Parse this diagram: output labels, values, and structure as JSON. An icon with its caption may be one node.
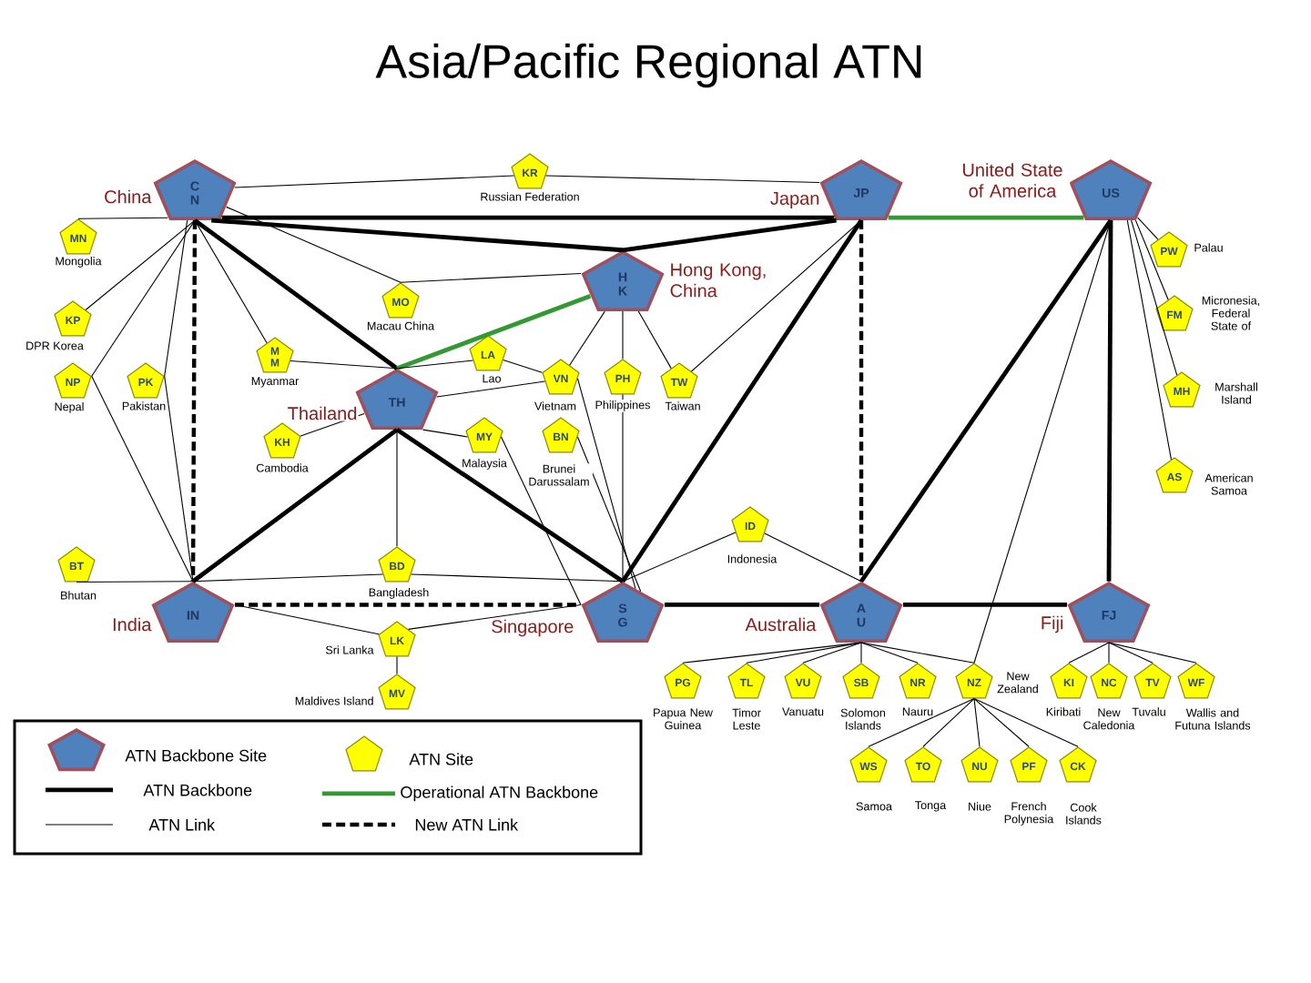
{
  "diagram": {
    "title": "Asia/Pacific Regional ATN",
    "nodes": [
      {
        "text": [
          "KR"
        ],
        "beside": [
          "Russian Federation"
        ]
      },
      {
        "text": [
          "C N"
        ],
        "beside": [
          "China"
        ]
      },
      {
        "text": [
          "JP"
        ],
        "beside": [
          "Japan"
        ]
      },
      {
        "text": [
          "US"
        ],
        "beside": [
          "United State of America"
        ]
      },
      {
        "text": [
          "MN"
        ],
        "beside": [
          "Mongolia"
        ]
      },
      {
        "text": [
          "PW"
        ],
        "beside": [
          "Palau"
        ]
      },
      {
        "text": [
          "H K"
        ],
        "beside": [
          "Hong Kong, China"
        ]
      },
      {
        "text": [
          "MO"
        ],
        "beside": [
          "Macau China"
        ]
      },
      {
        "text": [
          "FM"
        ],
        "beside": [
          "Micronesia, Federal State of"
        ]
      },
      {
        "text": [
          "KP"
        ],
        "beside": [
          "DPR Korea"
        ]
      },
      {
        "text": [
          "M M"
        ],
        "beside": [
          "Myanmar"
        ]
      },
      {
        "text": [
          "LA"
        ],
        "beside": [
          "Lao"
        ]
      },
      {
        "text": [
          "VN"
        ],
        "beside": [
          "Vietnam"
        ]
      },
      {
        "text": [
          "PH"
        ],
        "beside": [
          "Philippines"
        ]
      },
      {
        "text": [
          "TW"
        ],
        "beside": [
          "Taiwan"
        ]
      },
      {
        "text": [
          "NP"
        ],
        "beside": [
          "Nepal"
        ]
      },
      {
        "text": [
          "PK"
        ],
        "beside": [
          "Pakistan"
        ]
      },
      {
        "text": [
          "TH"
        ],
        "beside": [
          "Thailand"
        ]
      },
      {
        "text": [
          "MH"
        ],
        "beside": [
          "Marshall Island"
        ]
      },
      {
        "text": [
          "KH"
        ],
        "beside": [
          "Cambodia"
        ]
      },
      {
        "text": [
          "MY"
        ],
        "beside": [
          "Malaysia"
        ]
      },
      {
        "text": [
          "BN"
        ],
        "beside": [
          "Brunei Darussalam"
        ]
      },
      {
        "text": [
          "AS"
        ],
        "beside": [
          "American Samoa"
        ]
      },
      {
        "text": [
          "ID"
        ],
        "beside": [
          "Indonesia"
        ]
      },
      {
        "text": [
          "BT"
        ],
        "beside": [
          "Bhutan"
        ]
      },
      {
        "text": [
          "BD"
        ],
        "beside": [
          "Bangladesh"
        ]
      },
      {
        "text": [
          "IN"
        ],
        "beside": [
          "India"
        ]
      },
      {
        "text": [
          "S G"
        ],
        "beside": [
          "Singapore"
        ]
      },
      {
        "text": [
          "A U"
        ],
        "beside": [
          "Australia"
        ]
      },
      {
        "text": [
          "FJ"
        ],
        "beside": [
          "Fiji"
        ]
      },
      {
        "text": [
          "LK"
        ],
        "beside": [
          "Sri Lanka"
        ]
      },
      {
        "text": [
          "PG"
        ],
        "beside": [
          "Papua New Guinea"
        ]
      },
      {
        "text": [
          "TL"
        ],
        "beside": [
          "Timor Leste"
        ]
      },
      {
        "text": [
          "VU"
        ],
        "beside": [
          "Vanuatu"
        ]
      },
      {
        "text": [
          "SB"
        ],
        "beside": [
          "Solomon Islands"
        ]
      },
      {
        "text": [
          "NR"
        ],
        "beside": [
          "Nauru"
        ]
      },
      {
        "text": [
          "NZ"
        ],
        "beside": [
          "New Zealand"
        ]
      },
      {
        "text": [
          "KI"
        ],
        "beside": [
          "Kiribati"
        ]
      },
      {
        "text": [
          "NC"
        ],
        "beside": [
          "New Caledonia"
        ]
      },
      {
        "text": [
          "TV"
        ],
        "beside": [
          "Tuvalu"
        ]
      },
      {
        "text": [
          "WF"
        ],
        "beside": [
          "Wallis and Futuna Islands"
        ]
      },
      {
        "text": [
          "MV"
        ],
        "beside": [
          "Maldives Island"
        ]
      },
      {
        "text": [
          "WS"
        ],
        "beside": [
          "Samoa"
        ]
      },
      {
        "text": [
          "TO"
        ],
        "beside": [
          "Tonga"
        ]
      },
      {
        "text": [
          "NU"
        ],
        "beside": [
          "Niue"
        ]
      },
      {
        "text": [
          "PF"
        ],
        "beside": [
          "French Polynesia"
        ]
      },
      {
        "text": [
          "CK"
        ],
        "beside": [
          "Cook Islands"
        ]
      }
    ],
    "edges": [
      {
        "from": 1,
        "to": 6,
        "arrow": "none",
        "style": "thick"
      },
      {
        "from": 6,
        "to": 2,
        "arrow": "none",
        "style": "thick"
      },
      {
        "from": 1,
        "to": 2,
        "arrow": "none",
        "style": "thick"
      },
      {
        "from": 1,
        "to": 17,
        "arrow": "none",
        "style": "thick"
      },
      {
        "from": 17,
        "to": 26,
        "arrow": "none",
        "style": "thick"
      },
      {
        "from": 17,
        "to": 27,
        "arrow": "none",
        "style": "thick"
      },
      {
        "from": 2,
        "to": 27,
        "arrow": "none",
        "style": "thick"
      },
      {
        "from": 3,
        "to": 28,
        "arrow": "none",
        "style": "thick"
      },
      {
        "from": 3,
        "to": 29,
        "arrow": "none",
        "style": "thick"
      },
      {
        "from": 27,
        "to": 28,
        "arrow": "none",
        "style": "thick"
      },
      {
        "from": 28,
        "to": 29,
        "arrow": "none",
        "style": "thick"
      },
      {
        "from": 17,
        "to": 6,
        "arrow": "none",
        "style": "thick",
        "color": "#339933"
      },
      {
        "from": 2,
        "to": 3,
        "arrow": "none",
        "style": "thick",
        "color": "#339933"
      },
      {
        "from": 1,
        "to": 26,
        "arrow": "none",
        "style": "dashed"
      },
      {
        "from": 2,
        "to": 28,
        "arrow": "none",
        "style": "dashed"
      },
      {
        "from": 26,
        "to": 27,
        "arrow": "none",
        "style": "dashed"
      },
      {
        "from": 1,
        "to": 0,
        "arrow": "none"
      },
      {
        "from": 0,
        "to": 2,
        "arrow": "none"
      },
      {
        "from": 1,
        "to": 4,
        "arrow": "none"
      },
      {
        "from": 1,
        "to": 9,
        "arrow": "none"
      },
      {
        "from": 1,
        "to": 15,
        "arrow": "none"
      },
      {
        "from": 1,
        "to": 16,
        "arrow": "none"
      },
      {
        "from": 15,
        "to": 26,
        "arrow": "none"
      },
      {
        "from": 16,
        "to": 26,
        "arrow": "none"
      },
      {
        "from": 1,
        "to": 10,
        "arrow": "none"
      },
      {
        "from": 1,
        "to": 7,
        "arrow": "none"
      },
      {
        "from": 7,
        "to": 6,
        "arrow": "none"
      },
      {
        "from": 10,
        "to": 17,
        "arrow": "none"
      },
      {
        "from": 17,
        "to": 11,
        "arrow": "none"
      },
      {
        "from": 11,
        "to": 12,
        "arrow": "none"
      },
      {
        "from": 17,
        "to": 12,
        "arrow": "none"
      },
      {
        "from": 6,
        "to": 12,
        "arrow": "none"
      },
      {
        "from": 6,
        "to": 13,
        "arrow": "none"
      },
      {
        "from": 6,
        "to": 14,
        "arrow": "none"
      },
      {
        "from": 2,
        "to": 14,
        "arrow": "none"
      },
      {
        "from": 17,
        "to": 19,
        "arrow": "none"
      },
      {
        "from": 17,
        "to": 20,
        "arrow": "none"
      },
      {
        "from": 17,
        "to": 25,
        "arrow": "none"
      },
      {
        "from": 20,
        "to": 27,
        "arrow": "none"
      },
      {
        "from": 21,
        "to": 27,
        "arrow": "none"
      },
      {
        "from": 12,
        "to": 27,
        "arrow": "none"
      },
      {
        "from": 13,
        "to": 27,
        "arrow": "none"
      },
      {
        "from": 23,
        "to": 27,
        "arrow": "none"
      },
      {
        "from": 23,
        "to": 28,
        "arrow": "none"
      },
      {
        "from": 24,
        "to": 26,
        "arrow": "none"
      },
      {
        "from": 26,
        "to": 25,
        "arrow": "none"
      },
      {
        "from": 25,
        "to": 27,
        "arrow": "none"
      },
      {
        "from": 26,
        "to": 30,
        "arrow": "none"
      },
      {
        "from": 30,
        "to": 27,
        "arrow": "none"
      },
      {
        "from": 30,
        "to": 41,
        "arrow": "none"
      },
      {
        "from": 3,
        "to": 5,
        "arrow": "none"
      },
      {
        "from": 3,
        "to": 8,
        "arrow": "none"
      },
      {
        "from": 3,
        "to": 18,
        "arrow": "none"
      },
      {
        "from": 3,
        "to": 22,
        "arrow": "none"
      },
      {
        "from": 3,
        "to": 36,
        "arrow": "none"
      },
      {
        "from": 28,
        "to": 31,
        "arrow": "none"
      },
      {
        "from": 28,
        "to": 32,
        "arrow": "none"
      },
      {
        "from": 28,
        "to": 33,
        "arrow": "none"
      },
      {
        "from": 28,
        "to": 34,
        "arrow": "none"
      },
      {
        "from": 28,
        "to": 35,
        "arrow": "none"
      },
      {
        "from": 28,
        "to": 36,
        "arrow": "none"
      },
      {
        "from": 29,
        "to": 37,
        "arrow": "none"
      },
      {
        "from": 29,
        "to": 38,
        "arrow": "none"
      },
      {
        "from": 29,
        "to": 39,
        "arrow": "none"
      },
      {
        "from": 29,
        "to": 40,
        "arrow": "none"
      },
      {
        "from": 36,
        "to": 42,
        "arrow": "none"
      },
      {
        "from": 36,
        "to": 43,
        "arrow": "none"
      },
      {
        "from": 36,
        "to": 44,
        "arrow": "none"
      },
      {
        "from": 36,
        "to": 45,
        "arrow": "none"
      },
      {
        "from": 36,
        "to": 46,
        "arrow": "none"
      }
    ],
    "legend": [
      {
        "text": "ATN Backbone Site"
      },
      {
        "text": "ATN Site"
      },
      {
        "text": "ATN Backbone"
      },
      {
        "text": "Operational ATN Backbone"
      },
      {
        "text": "ATN Link"
      },
      {
        "text": "New ATN Link"
      }
    ]
  }
}
